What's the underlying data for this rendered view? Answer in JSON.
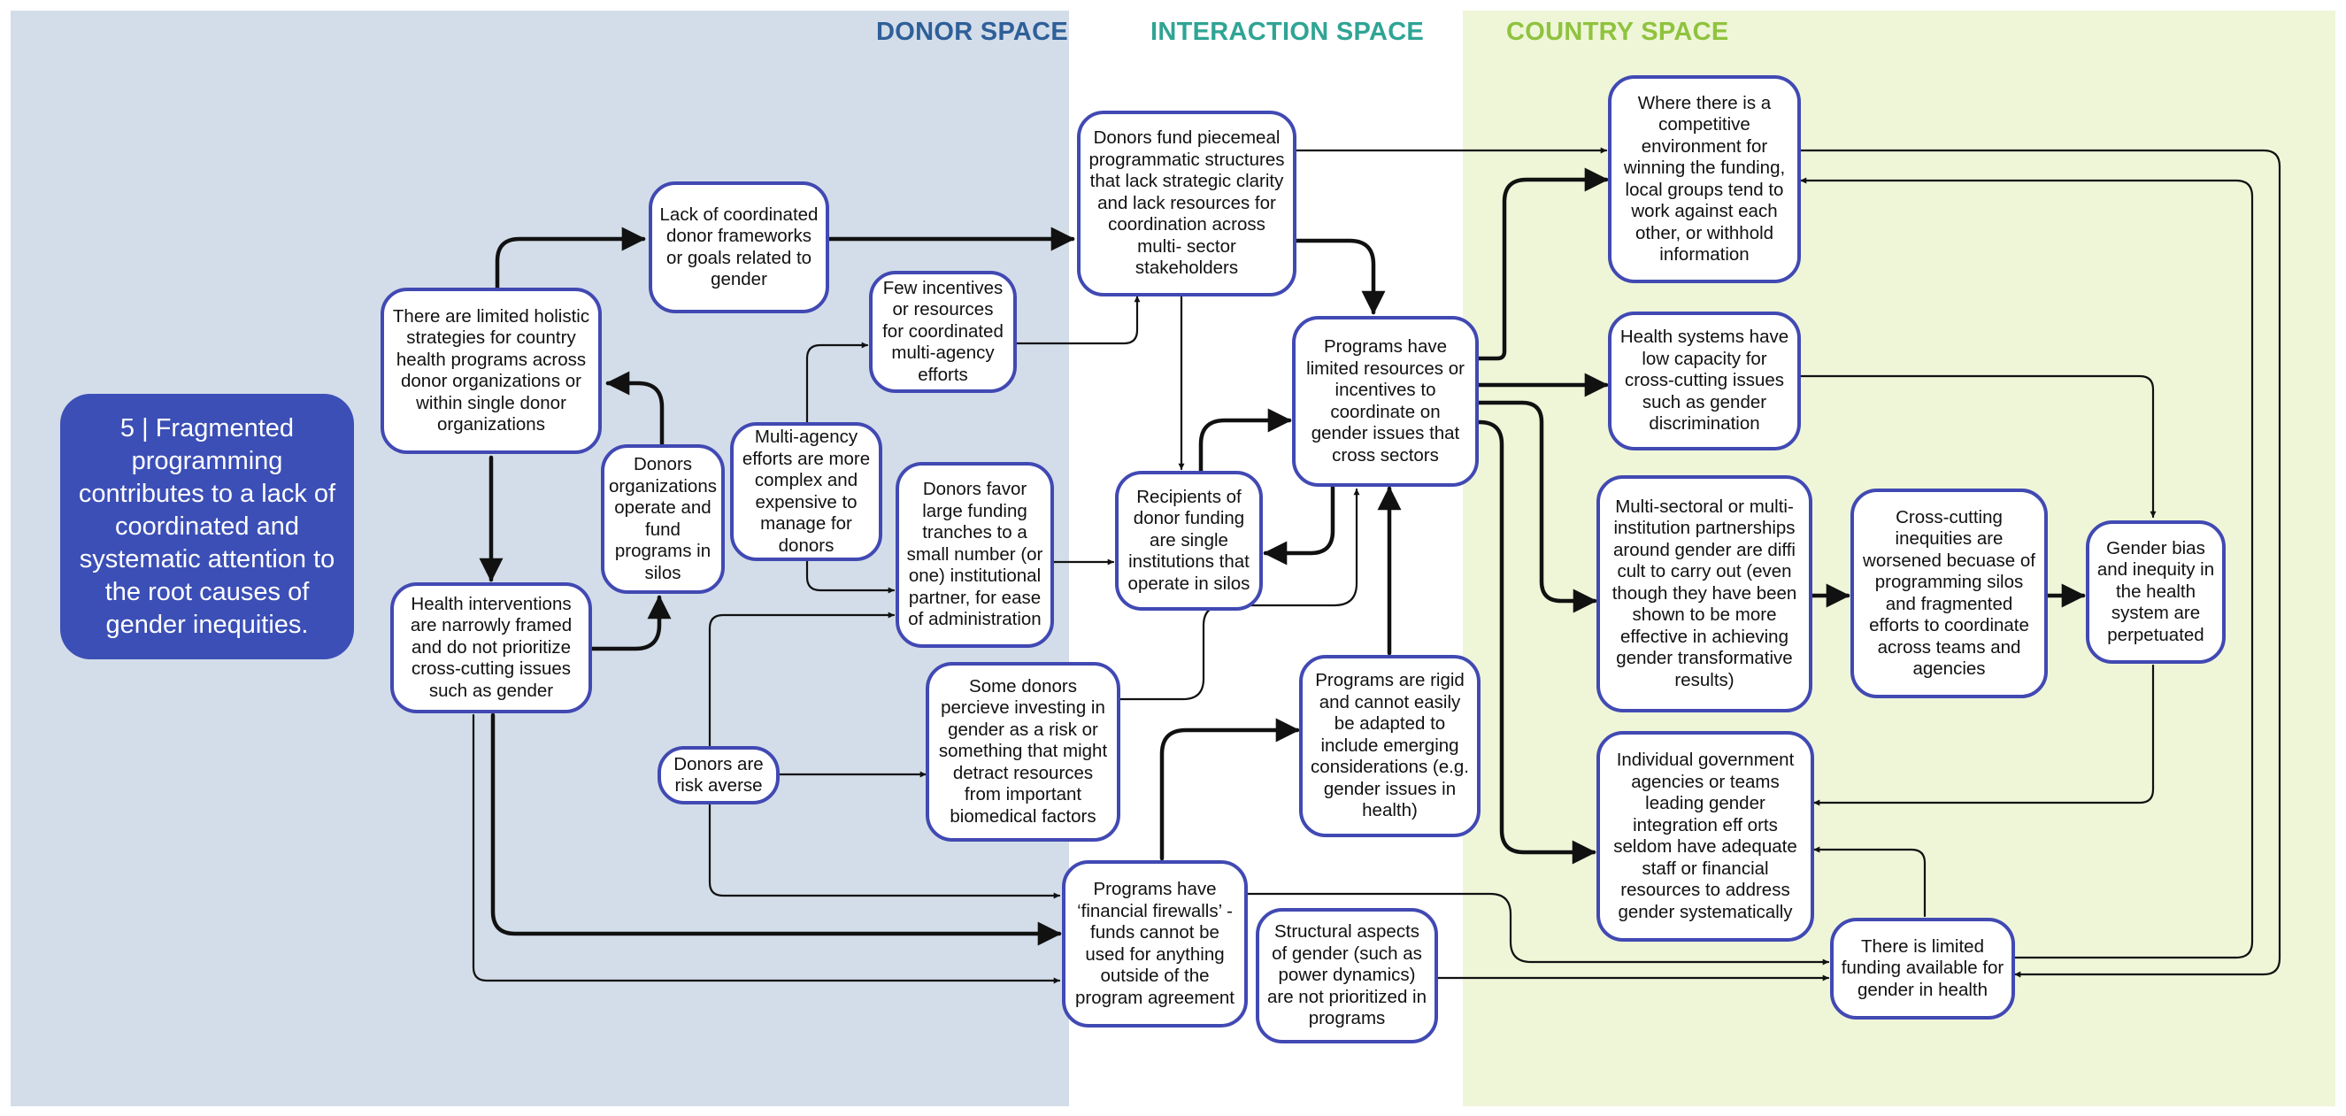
{
  "zones": {
    "donor": "DONOR SPACE",
    "interaction": "INTERACTION SPACE",
    "country": "COUNTRY SPACE"
  },
  "headline": "5 | Fragmented programming contributes to a lack of coordinated and systematic attention to the root causes of gender inequities.",
  "colors": {
    "donor_bg": "#d3dde9",
    "country_bg": "#eff6d8",
    "node_border": "#4149b3",
    "headline_bg": "#3c4fb6",
    "donor_title": "#2e5f98",
    "interaction_title": "#2fa494",
    "country_title": "#8fc33e"
  },
  "nodes": {
    "holistic": "There are limited holistic strategies for country health programs across donor organizations or within single donor organizations",
    "lack_frameworks": "Lack of coordinated donor frameworks or goals related to gender",
    "narrow": "Health interventions are narrowly framed and do not prioritize cross-cutting issues such as gender",
    "silos_orgs": "Donors organizations operate and fund programs in silos",
    "multi_agency": "Multi-agency efforts are more complex and expensive to manage for donors",
    "few_incentives": "Few incentives or resources for coordinated multi-agency efforts",
    "large_tranches": "Donors favor large funding tranches to a small number (or one) institutional partner, for ease of administration",
    "risk_averse": "Donors are risk averse",
    "perceive_risk": "Some donors percieve investing in gender as a risk or something that might detract resources from important biomedical factors",
    "piecemeal": "Donors fund piecemeal programmatic structures that lack strategic clarity and lack resources for coordination across multi- sector stakeholders",
    "recipients": "Recipients of donor funding are single institutions that operate in silos",
    "limited_resources": "Programs have limited resources or incentives to coordinate on gender issues that cross sectors",
    "rigid": "Programs are rigid and cannot easily be adapted to include emerging considerations (e.g. gender issues in health)",
    "firewalls": "Programs have ‘financial firewalls’ - funds cannot be used for anything outside of the program agreement",
    "structural": "Structural aspects of gender (such as power dynamics) are not prioritized in programs",
    "competitive": "Where there is a competitive environment for winning the funding, local groups tend to work against each other, or withhold information",
    "low_capacity": "Health systems have low capacity for cross-cutting issues such as gender discrimination",
    "partnerships": "Multi-sectoral or multi-institution partnerships around gender are diffi cult to carry out (even though they have been shown to be more effective in achieving gender transformative results)",
    "worsened": "Cross-cutting inequities are worsened becuase of programming silos and fragmented efforts to coordinate across teams and agencies",
    "bias": "Gender bias and inequity in the health system are perpetuated",
    "individual": "Individual government agencies or teams leading gender integration eff orts seldom have adequate staff or financial resources to address gender systematically",
    "limited_funding": "There is limited funding available for gender in health"
  }
}
